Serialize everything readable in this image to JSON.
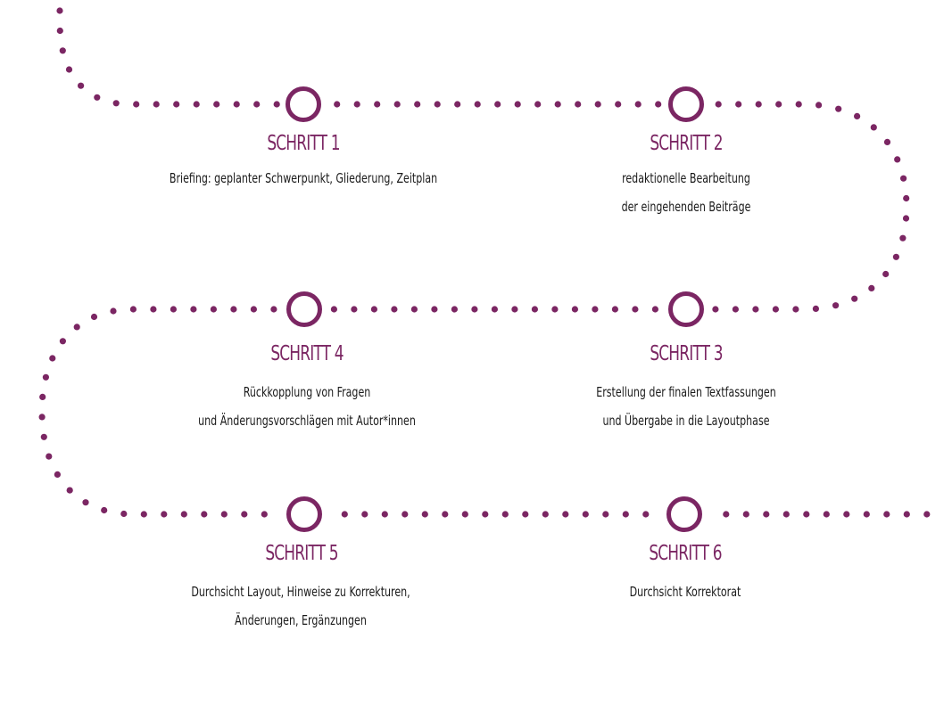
{
  "colors": {
    "accent": "#7b2663",
    "text": "#1a1a1a",
    "background": "#ffffff"
  },
  "steps": [
    {
      "title": "SCHRITT 1",
      "lines": [
        "Briefing: geplanter Schwerpunkt, Gliederung, Zeitplan"
      ]
    },
    {
      "title": "SCHRITT 2",
      "lines": [
        "redaktionelle Bearbeitung",
        "der eingehenden Beiträge"
      ]
    },
    {
      "title": "SCHRITT 3",
      "lines": [
        "Erstellung der finalen Textfassungen",
        "und Übergabe in die Layoutphase"
      ]
    },
    {
      "title": "SCHRITT 4",
      "lines": [
        "Rückkopplung von Fragen",
        "und Änderungsvorschlägen mit Autor*innen"
      ]
    },
    {
      "title": "SCHRITT 5",
      "lines": [
        "Durchsicht Layout, Hinweise zu Korrekturen,",
        "Änderungen, Ergänzungen"
      ]
    },
    {
      "title": "SCHRITT 6",
      "lines": [
        "Durchsicht Korrektorat"
      ]
    }
  ]
}
